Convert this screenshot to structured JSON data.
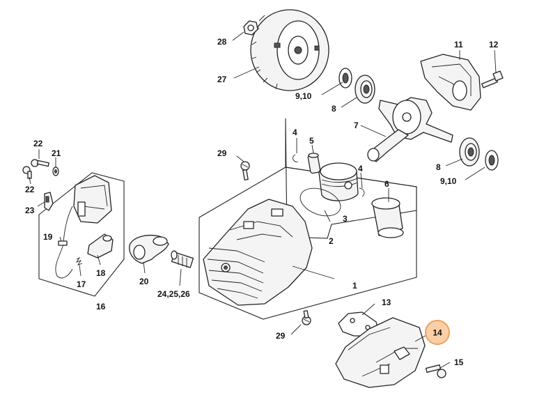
{
  "callouts": {
    "c1": "1",
    "c2": "2",
    "c3": "3",
    "c4a": "4",
    "c4b": "4",
    "c5": "5",
    "c6": "6",
    "c7": "7",
    "c8a": "8",
    "c8b": "8",
    "c910a": "9,10",
    "c910b": "9,10",
    "c11": "11",
    "c12": "12",
    "c13": "13",
    "c14": "14",
    "c15": "15",
    "c16": "16",
    "c17": "17",
    "c18": "18",
    "c19": "19",
    "c20": "20",
    "c21": "21",
    "c22a": "22",
    "c22b": "22",
    "c23": "23",
    "c242526": "24,25,26",
    "c27": "27",
    "c28": "28",
    "c29a": "29",
    "c29b": "29"
  },
  "highlight": {
    "label": "14",
    "color": "#f0a05a",
    "fill": "#fbd0a8"
  }
}
